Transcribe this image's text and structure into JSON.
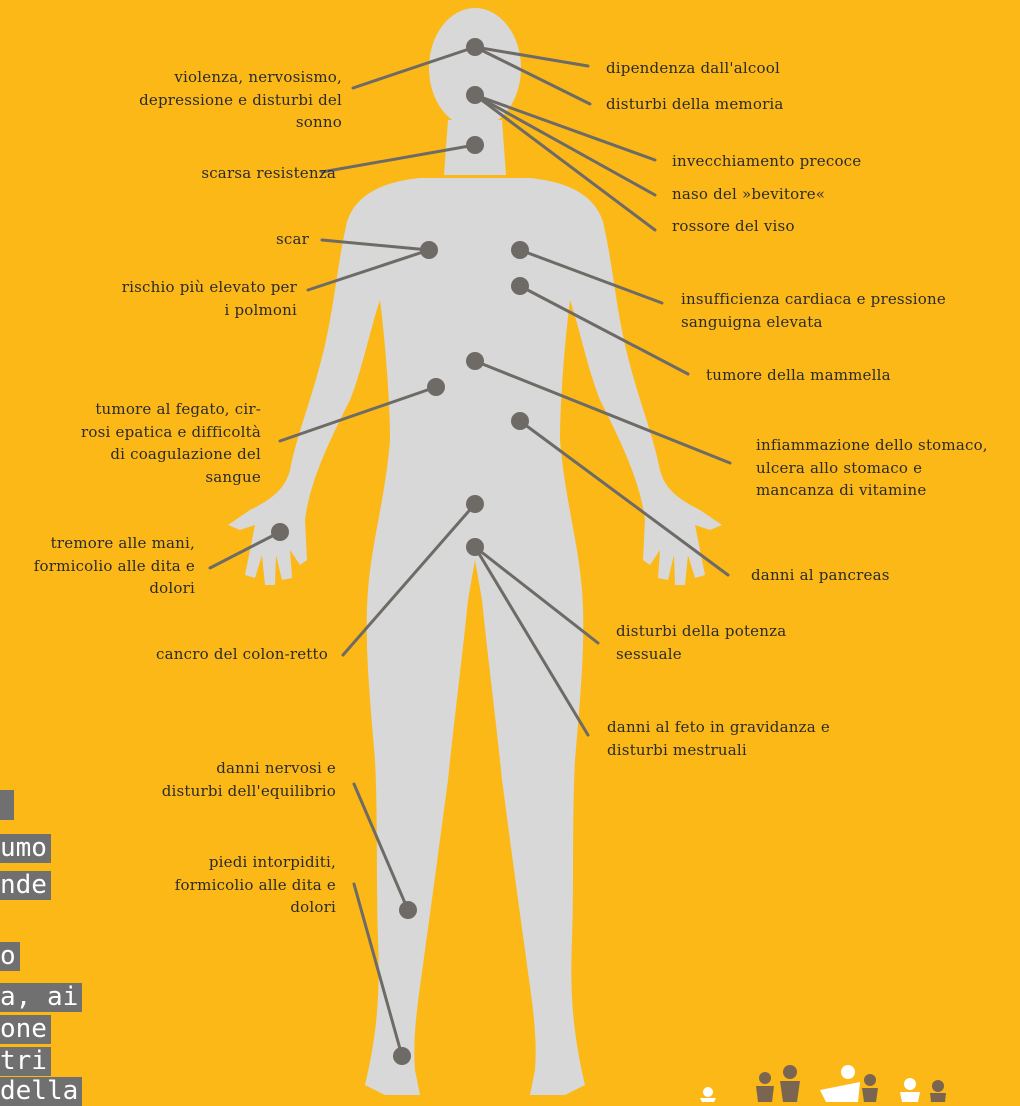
{
  "body_labels": {
    "alcohol_dependence": "dipendenza dall'alcool",
    "memory_disorders": "disturbi della memoria",
    "violence": "violenza, nervosismo,\ndepressione e disturbi del\nsonno",
    "low_resistance": "scarsa resistenza",
    "premature_aging": "invecchiamento precoce",
    "drinker_nose": "naso del »bevitore«",
    "face_redness": "rossore del viso",
    "scar": "scar",
    "lung_risk": "rischio più elevato per\ni polmoni",
    "heart": "insufficienza cardiaca e pressione\nsanguigna elevata",
    "breast_tumor": "tumore della mammella",
    "liver": "tumore al fegato, cir-\nrosi epatica e difficoltà\ndi coagulazione del\nsangue",
    "stomach": "infiammazione dello stomaco,\nulcera allo stomaco e\nmancanza di vitamine",
    "hands": "tremore alle mani,\nformicolio alle dita e\ndolori",
    "pancreas": "danni al pancreas",
    "colon": "cancro del colon-retto",
    "sexual": "disturbi della potenza\nsessuale",
    "fetus": "danni al feto in gravidanza e\ndisturbi mestruali",
    "nerves": "danni nervosi e\ndisturbi dell'equilibrio",
    "feet": "piedi intorpiditi,\nformicolio alle dita e\ndolori"
  },
  "side_text_fragments": [
    "umo",
    "nde",
    "o",
    "a, ai",
    "one",
    "tri",
    "della"
  ],
  "colors": {
    "background": "#FBB817",
    "body": "#D8D8D8",
    "markers": "#6E6B66",
    "text": "#2B2B2B",
    "side_box": "#707070"
  }
}
